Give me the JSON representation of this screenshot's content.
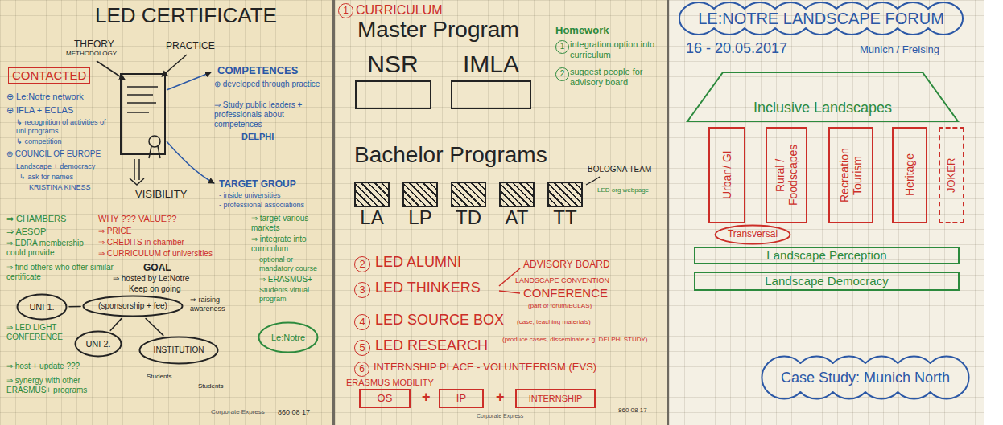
{
  "diagram": {
    "nodes": [
      {
        "text": [
          "UNI 1."
        ]
      },
      {
        "text": [
          "(sponsorship + fee)"
        ]
      },
      {
        "text": [
          "UNI 2."
        ]
      },
      {
        "text": [
          "INSTITUTION"
        ]
      },
      {
        "text": [
          "Le:Notre"
        ]
      },
      {
        "text": [
          "NSR"
        ]
      },
      {
        "text": [
          "IMLA"
        ]
      },
      {
        "text": [
          "LA"
        ]
      },
      {
        "text": [
          "LP"
        ]
      },
      {
        "text": [
          "TD"
        ]
      },
      {
        "text": [
          "AT"
        ]
      },
      {
        "text": [
          "TT"
        ]
      },
      {
        "text": [
          "OS"
        ]
      },
      {
        "text": [
          "IP"
        ]
      },
      {
        "text": [
          "INTERNSHIP"
        ]
      },
      {
        "text": [
          "LE:NOTRE LANDSCAPE FORUM"
        ]
      },
      {
        "text": [
          "Inclusive Landscapes"
        ]
      },
      {
        "text": [
          "Urban/ GI"
        ]
      },
      {
        "text": [
          "Rural / Foodscapes"
        ]
      },
      {
        "text": [
          "Recreation Tourism"
        ]
      },
      {
        "text": [
          "Heritage"
        ]
      },
      {
        "text": [
          "JOKER"
        ]
      },
      {
        "text": [
          "Transversal"
        ]
      },
      {
        "text": [
          "Landscape Perception"
        ]
      },
      {
        "text": [
          "Landscape Democracy"
        ]
      },
      {
        "text": [
          "Case Study: Munich North"
        ]
      }
    ],
    "edges": [
      {
        "from": 0,
        "to": 1,
        "arrow": "none"
      },
      {
        "from": 2,
        "to": 1,
        "arrow": "none"
      },
      {
        "from": 3,
        "to": 1,
        "arrow": "none"
      }
    ],
    "labels": [
      "LED CERTIFICATE",
      "THEORY",
      "METHODOLOGY",
      "PRACTICE",
      "COMPETENCES",
      "⊕ developed through practice",
      "⇒ Study public leaders + professionals about competences",
      "DELPHI",
      "CONTACTED",
      "⊕ Le:Notre network",
      "⊕ IFLA + ECLAS",
      "↳ recognition of activities of uni programs",
      "↳ competition",
      "⊕ COUNCIL OF EUROPE",
      "Landscape + democracy",
      "↳ ask for names",
      "KRISTINA KINESS",
      "VISIBILITY",
      "TARGET GROUP",
      "- inside universities",
      "- professional associations",
      "⇒ CHAMBERS",
      "⇒ AESOP",
      "⇒ EDRA membership could provide",
      "⇒ find others who offer similar certificate",
      "WHY ??? VALUE??",
      "⇒ PRICE",
      "⇒ CREDITS in chamber",
      "⇒ CURRICULUM of universities",
      "⇒ target various markets",
      "⇒ integrate into curriculum",
      "optional or mandatory course",
      "⇒ ERASMUS+",
      "Students virtual program",
      "GOAL",
      "⇒ hosted by Le:Notre",
      "Keep on going",
      "⇒ raising awareness",
      "⇒ LED LIGHT CONFERENCE",
      "⇒ host + update ???",
      "⇒ synergy with other ERASMUS+ programs",
      "Students",
      "Students",
      "Corporate Express",
      "860 08 17",
      "1",
      "CURRICULUM",
      "Master Program",
      "Homework",
      "1",
      "integration option into curriculum",
      "2",
      "suggest people for advisory board",
      "Bachelor Programs",
      "BOLOGNA TEAM",
      "LED org webpage",
      "2",
      "LED ALUMNI",
      "ADVISORY BOARD",
      "3",
      "LED THINKERS",
      "LANDSCAPE CONVENTION",
      "CONFERENCE",
      "(part of forum/ECLAS)",
      "4",
      "LED SOURCE BOX",
      "(case, teaching materials)",
      "5",
      "LED RESEARCH",
      "(produce cases, disseminate e.g. DELPHI STUDY)",
      "6",
      "INTERNSHIP PLACE - VOLUNTEERISM (EVS)",
      "ERASMUS MOBILITY",
      "+",
      "+",
      "Corporate Express",
      "860 08 17",
      "16 - 20.05.2017",
      "Munich / Freising"
    ]
  }
}
